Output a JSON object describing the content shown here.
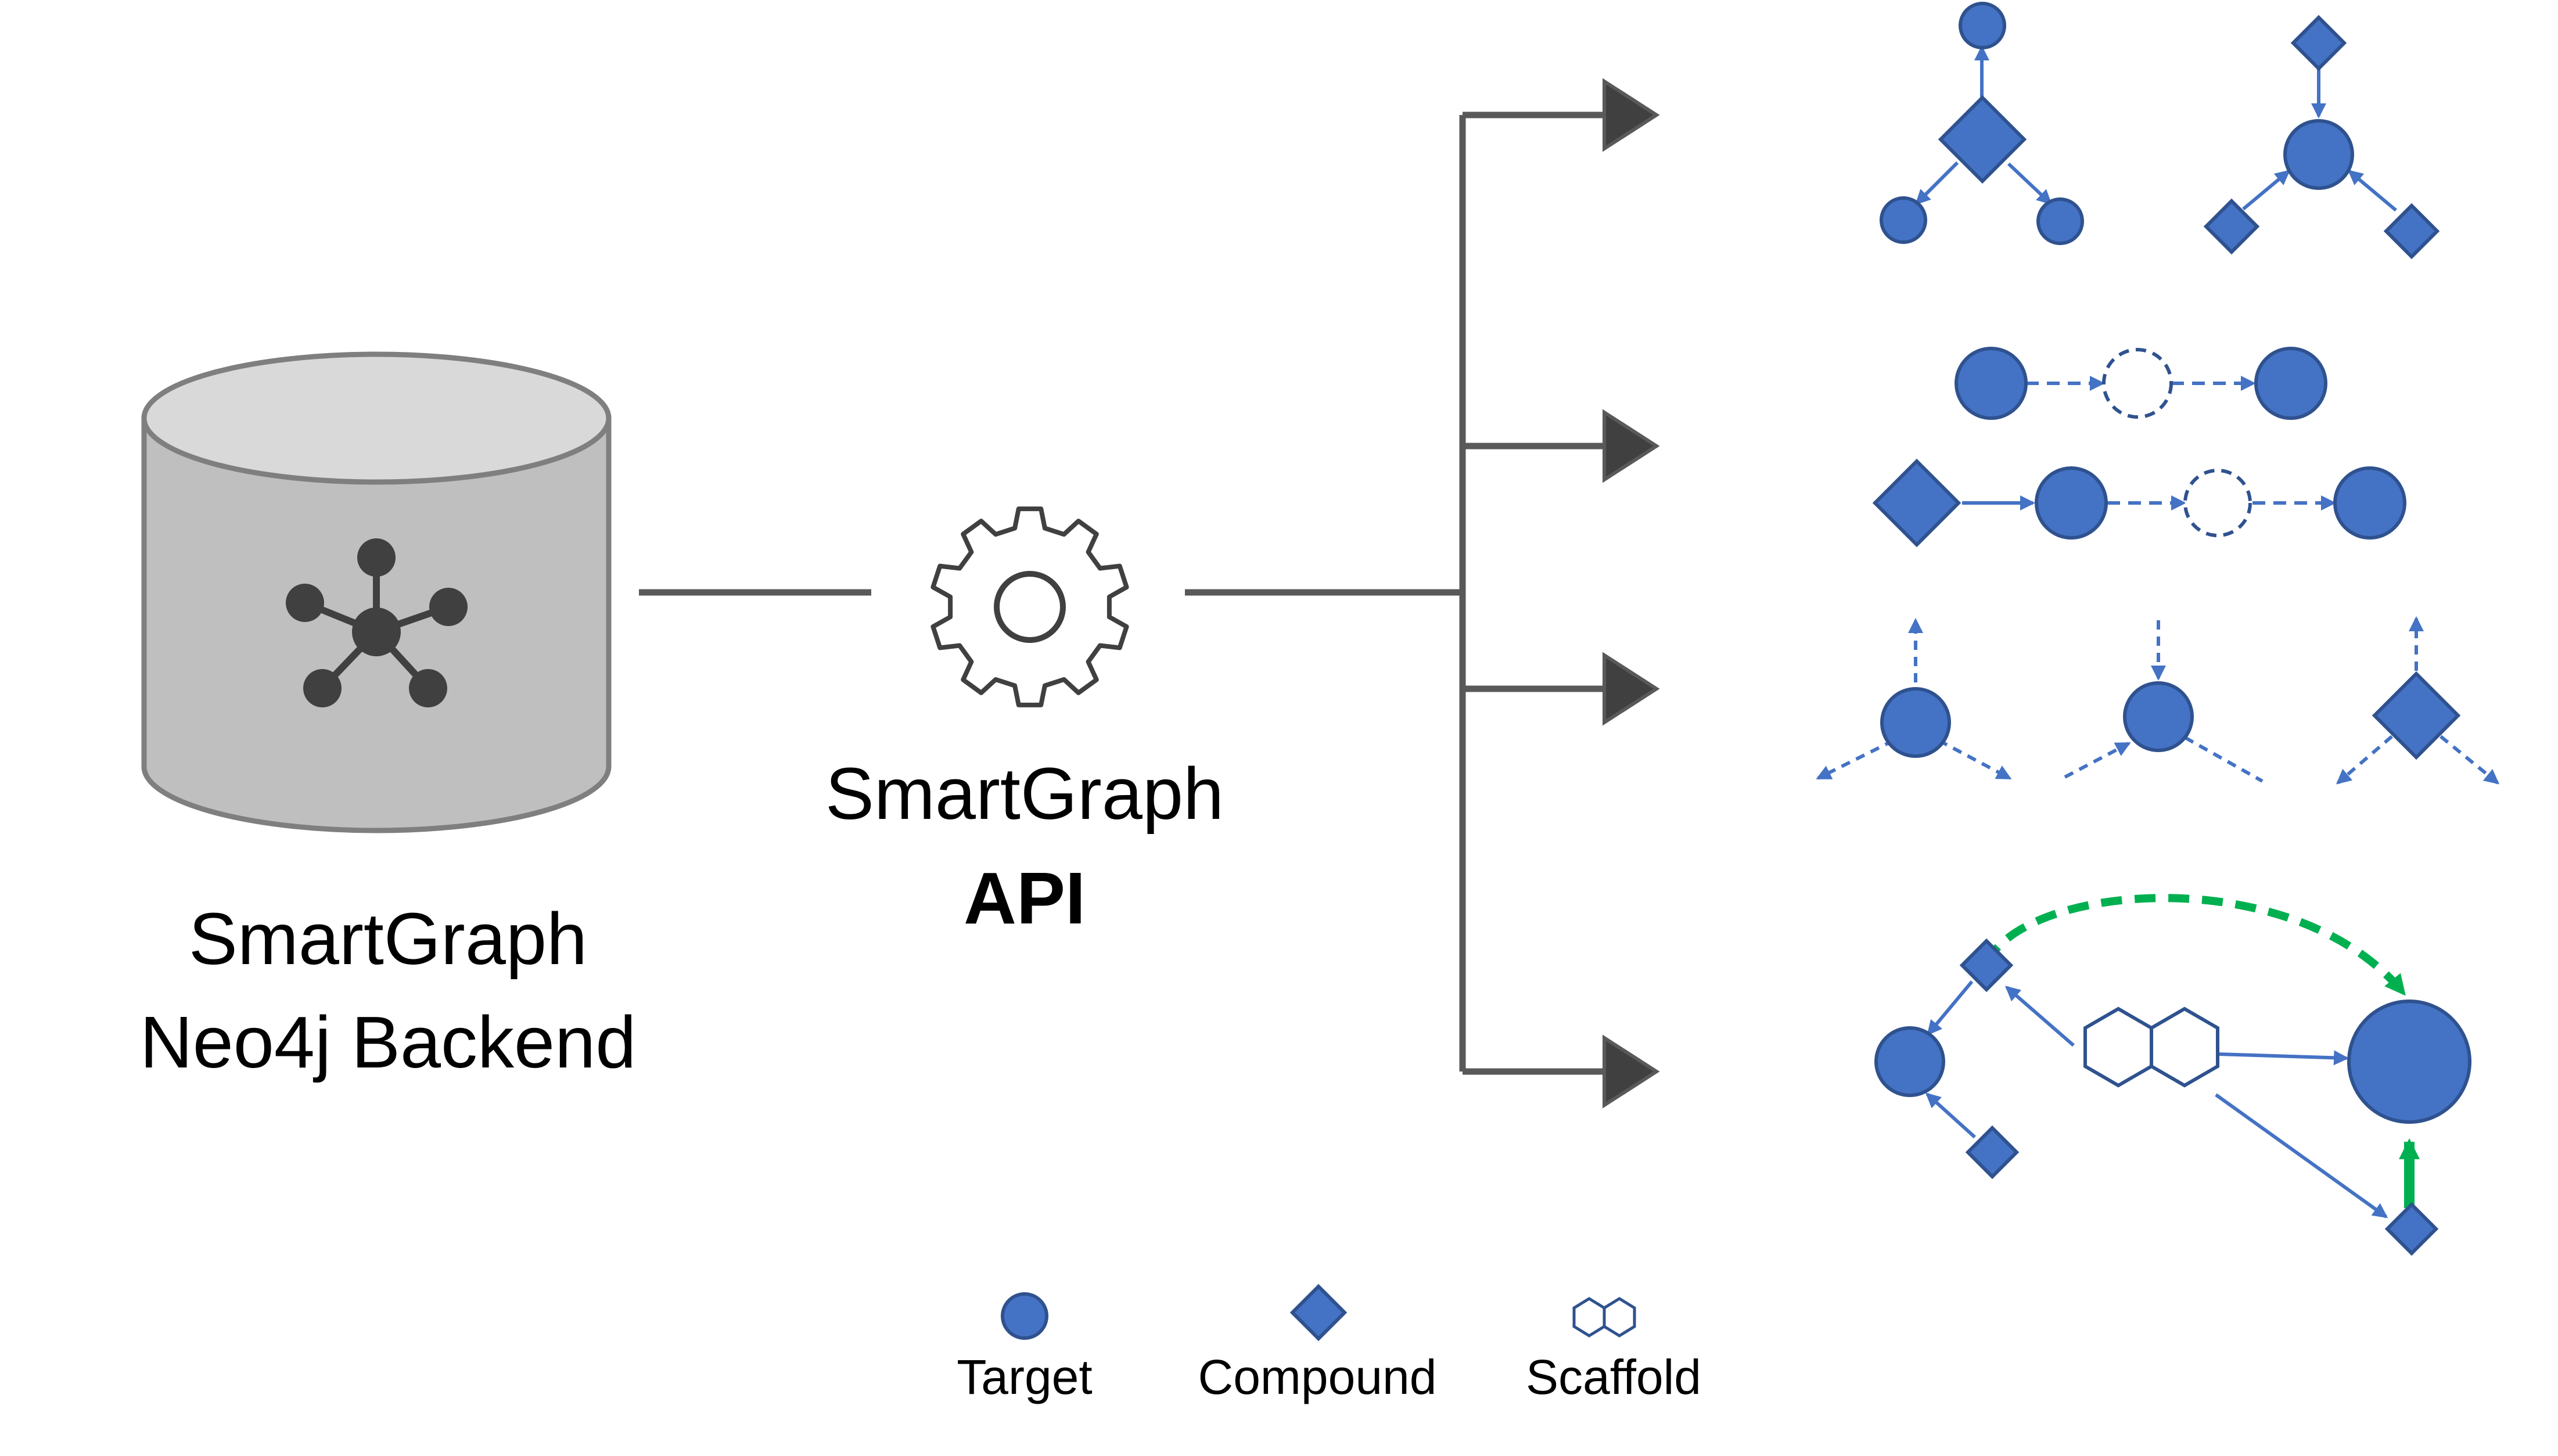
{
  "backend": {
    "line1": "SmartGraph",
    "line2": "Neo4j Backend"
  },
  "api": {
    "line1": "SmartGraph",
    "line2": "API"
  },
  "legend": {
    "target": "Target",
    "compound": "Compound",
    "scaffold": "Scaffold"
  },
  "colors": {
    "node_fill": "#4472c4",
    "node_stroke": "#2f528f",
    "edge": "#4472c4",
    "highlight": "#00b050",
    "connector": "#595959",
    "cylinder_fill": "#bfbfbf",
    "cylinder_top": "#d9d9d9",
    "cylinder_stroke": "#7f7f7f",
    "graph_icon": "#404040"
  },
  "icons": {
    "backend": "database-cylinder-icon",
    "api": "gear-icon"
  }
}
